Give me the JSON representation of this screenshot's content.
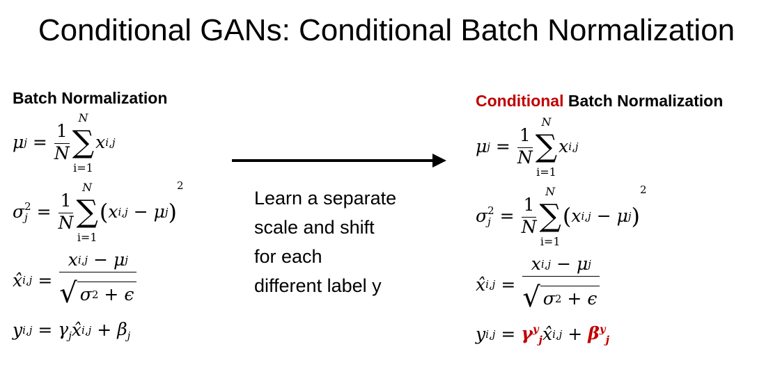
{
  "title": "Conditional GANs: Conditional Batch Normalization",
  "left_header": "Batch Normalization",
  "right_header_red": "Conditional",
  "right_header_rest": " Batch Normalization",
  "middle_text": [
    "Learn a separate",
    "scale and shift",
    "for each",
    "different label y"
  ],
  "eq": {
    "mu": "μ",
    "j": "j",
    "eq": "=",
    "one": "1",
    "N": "N",
    "sum": "∑",
    "i1": "i=1",
    "x": "x",
    "ij": "i,j",
    "sigma": "σ",
    "two": "2",
    "lp": "(",
    "rp": ")",
    "minus": "−",
    "xhat": "x̂",
    "sqrt": "√",
    "plus": "+",
    "eps": "ϵ",
    "y": "y",
    "gamma": "γ",
    "beta": "β",
    "sup_y": "y"
  },
  "colors": {
    "accent": "#c00000"
  }
}
